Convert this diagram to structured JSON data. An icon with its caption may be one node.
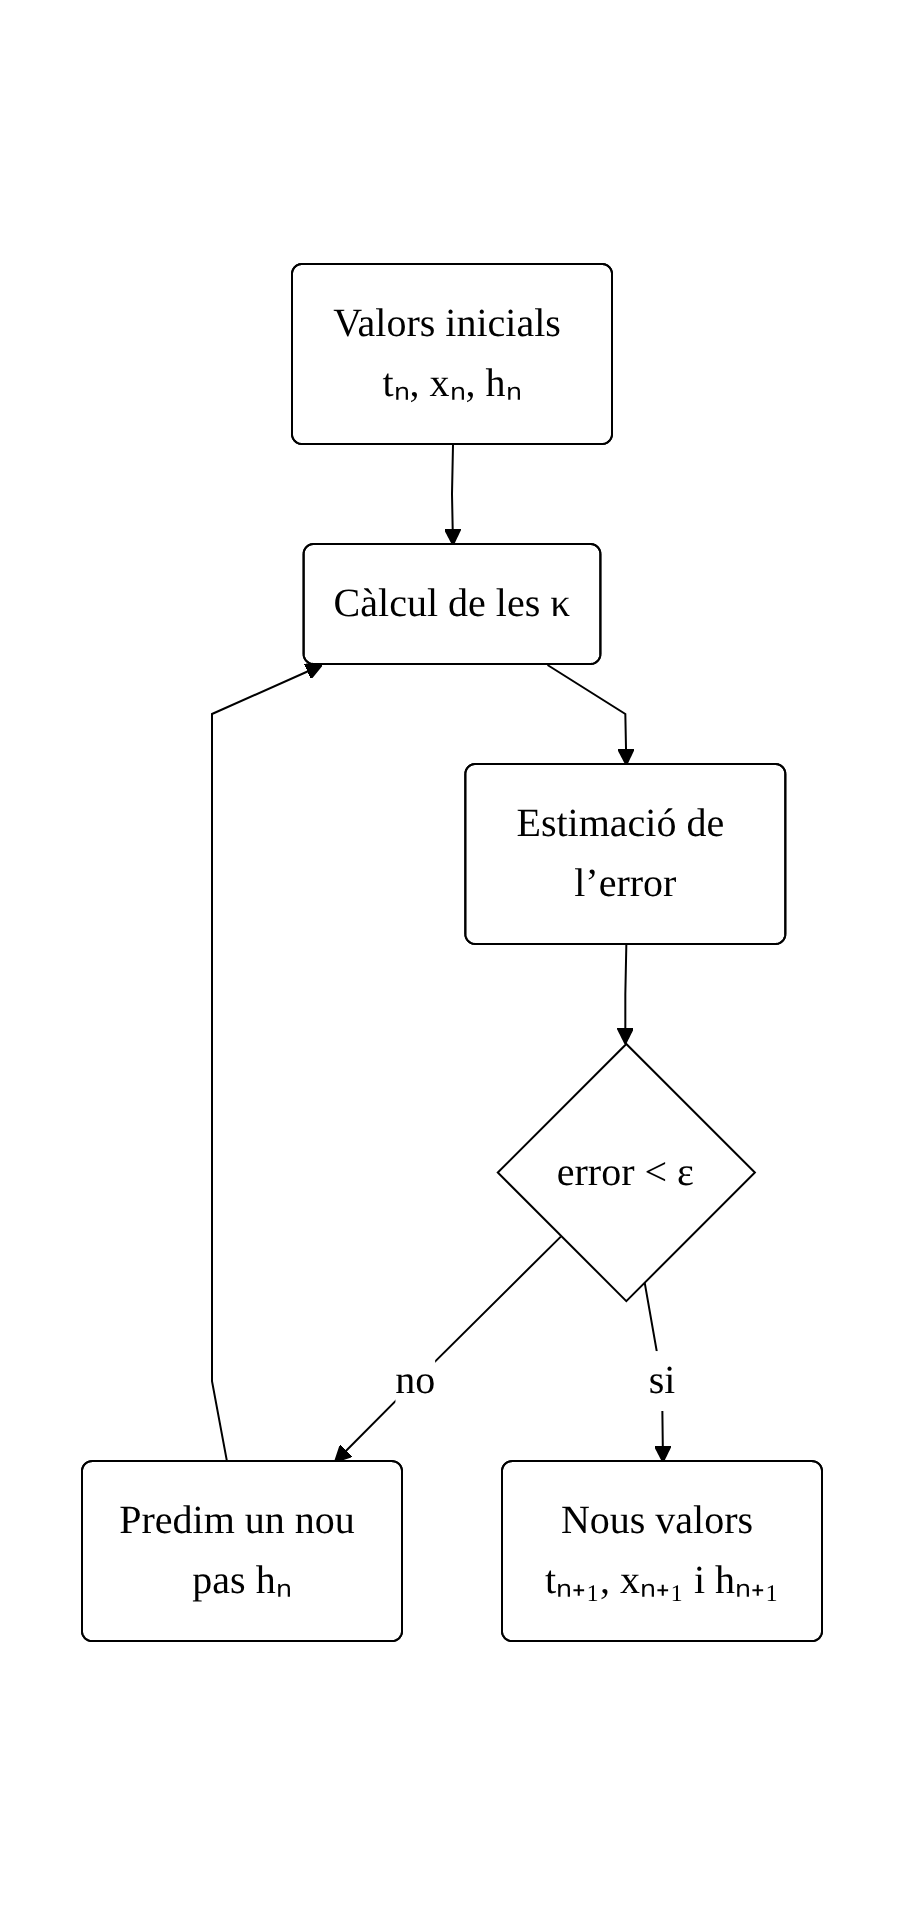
{
  "diagram": {
    "nodes": [
      {
        "text": [
          "Valors inicials tₙ, xₙ, hₙ"
        ]
      },
      {
        "text": [
          "Càlcul de les κ"
        ]
      },
      {
        "text": [
          "Estimació de l’error"
        ]
      },
      {
        "text": [
          "error < ε"
        ]
      },
      {
        "text": [
          "Predim un nou pas hₙ"
        ]
      },
      {
        "text": [
          "Nous valors tₙ₊₁, xₙ₊₁ i hₙ₊₁"
        ]
      }
    ],
    "edges": [
      {
        "from": 0,
        "to": 1,
        "arrow": "to"
      },
      {
        "from": 1,
        "to": 2,
        "arrow": "to"
      },
      {
        "from": 2,
        "to": 3,
        "arrow": "to"
      },
      {
        "from": 3,
        "to": 4,
        "arrow": "to",
        "label": "no"
      },
      {
        "from": 4,
        "to": 1,
        "arrow": "to"
      },
      {
        "from": 3,
        "to": 5,
        "arrow": "to",
        "label": "si"
      }
    ]
  }
}
